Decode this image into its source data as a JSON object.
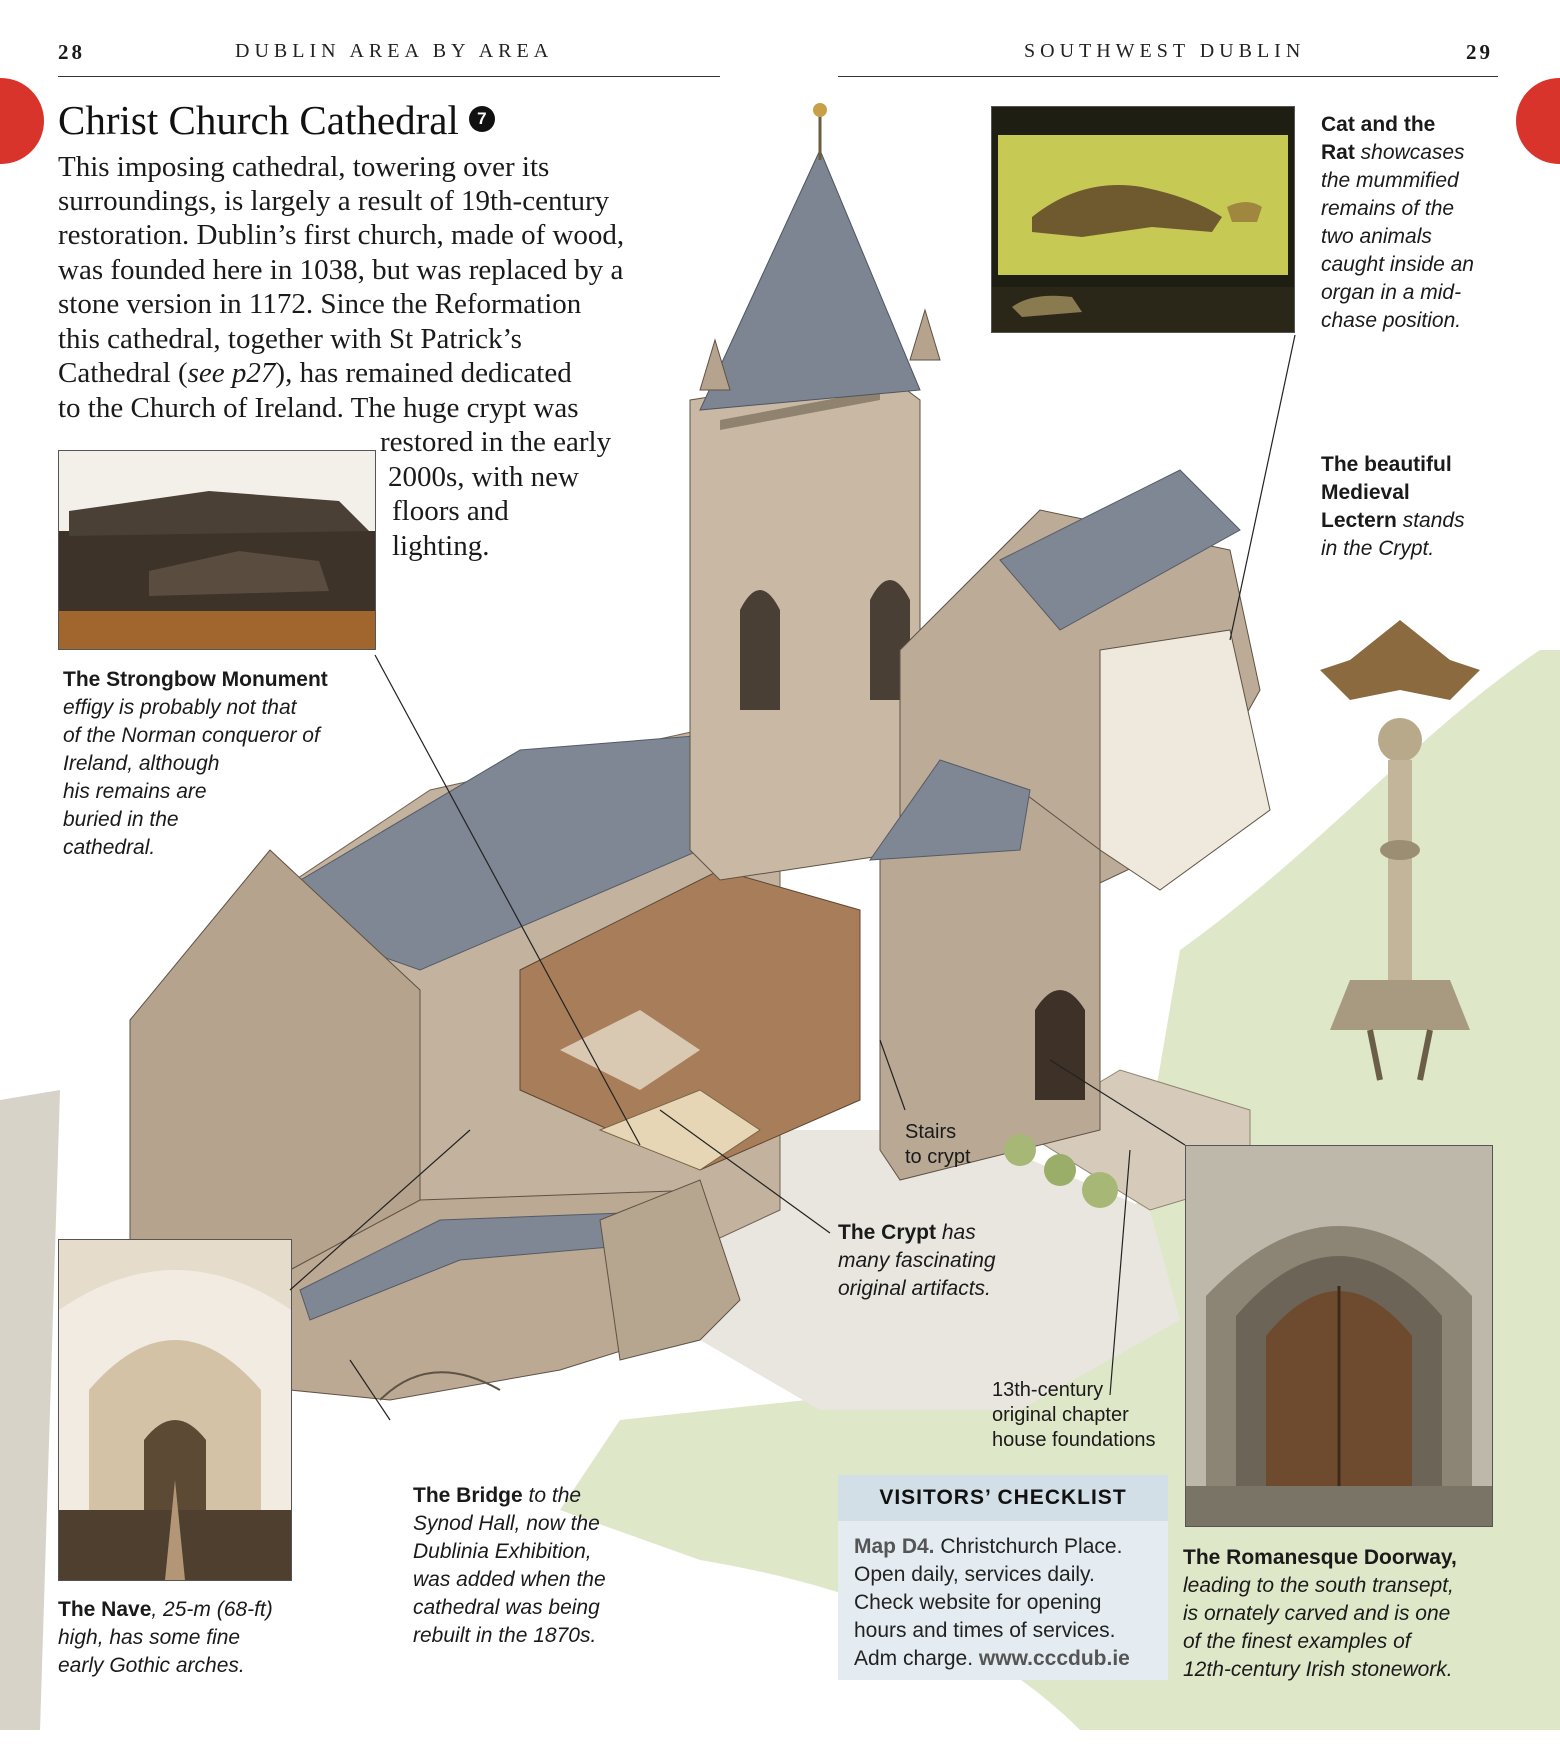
{
  "header": {
    "left_page_number": "28",
    "left_running_head": "DUBLIN AREA BY AREA",
    "right_running_head": "SOUTHWEST DUBLIN",
    "right_page_number": "29"
  },
  "article": {
    "title": "Christ Church Cathedral",
    "number_badge": "7",
    "intro_lines": [
      "This imposing cathedral, towering over its",
      "surroundings, is largely a result of 19th-century",
      "restoration. Dublin’s first church, made of wood,",
      "was founded here in 1038, but was replaced by a",
      "stone version in 1172. Since the Reformation",
      "this cathedral, together with St Patrick’s",
      "Cathedral (see p27), has remained dedicated",
      "to the Church of Ireland. The huge crypt was",
      "restored in the early",
      "2000s, with new",
      "floors and",
      "lighting."
    ]
  },
  "captions": {
    "cat_rat": {
      "bold": "Cat and the Rat",
      "italic": "showcases the mummified remains of the two animals caught inside an organ in a mid-chase position.",
      "lines": [
        "Cat and the",
        "Rat showcases",
        "the mummified",
        "remains of the",
        "two animals",
        "caught inside an",
        "organ in a mid-",
        "chase position."
      ]
    },
    "lectern": {
      "lines": [
        "The beautiful",
        "Medieval",
        "Lectern stands",
        "in the Crypt."
      ]
    },
    "strongbow": {
      "lines": [
        "The Strongbow Monument",
        "effigy is probably not that",
        "of the Norman conqueror of",
        "Ireland, although",
        "his remains are",
        "buried in the",
        "cathedral."
      ]
    },
    "stairs": {
      "lines": [
        "Stairs",
        "to crypt"
      ]
    },
    "crypt": {
      "lines": [
        "The Crypt has",
        "many fascinating",
        "original artifacts."
      ]
    },
    "chapter_house": {
      "lines": [
        "13th-century",
        "original chapter",
        "house foundations"
      ]
    },
    "bridge": {
      "lines": [
        "The Bridge to the",
        "Synod Hall, now the",
        "Dublinia Exhibition,",
        "was added when the",
        "cathedral was being",
        "rebuilt in the 1870s."
      ]
    },
    "nave": {
      "lines": [
        "The Nave, 25-m (68-ft)",
        "high, has some fine",
        "early Gothic arches."
      ]
    },
    "doorway": {
      "lines": [
        "The Romanesque Doorway,",
        "leading to the south transept,",
        "is ornately carved and is one",
        "of the finest examples of",
        "12th-century Irish stonework."
      ]
    }
  },
  "checklist": {
    "heading": "VISITORS’ CHECKLIST",
    "map_label": "Map D4.",
    "line1_rest": " Christchurch Place.",
    "line2": "Open daily, services daily.",
    "line3": "Check website for opening",
    "line4": "hours and times of services.",
    "line5_prefix": "Adm charge. ",
    "website": "www.cccdub.ie"
  },
  "colors": {
    "tab_red": "#d9342b",
    "checklist_bg": "#e4ecf1",
    "stone": "#b9a894",
    "roof": "#7f8794",
    "lawn": "#c6d3a2"
  }
}
